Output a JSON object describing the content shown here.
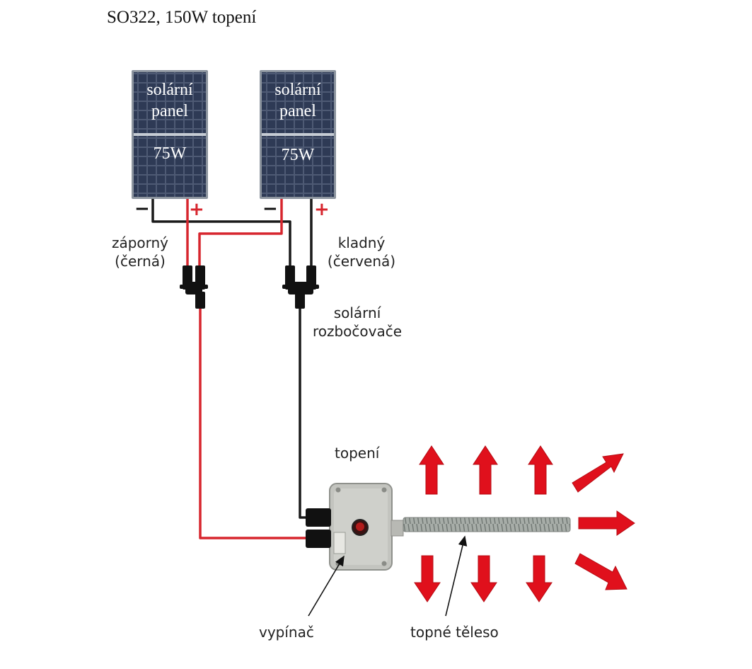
{
  "title": "SO322, 150W topení",
  "panels": [
    {
      "line1": "solární",
      "line2": "panel",
      "power": "75W"
    },
    {
      "line1": "solární",
      "line2": "panel",
      "power": "75W"
    }
  ],
  "polarity": {
    "negative": "−",
    "positive": "+"
  },
  "labels": {
    "negative_line1": "záporný",
    "negative_line2": "(černá)",
    "positive_line1": "kladný",
    "positive_line2": "(červená)",
    "splitters_line1": "solární",
    "splitters_line2": "rozbočovače",
    "heater": "topení",
    "switch": "vypínač",
    "element": "topné těleso"
  },
  "colors": {
    "positive_wire": "#d7262e",
    "negative_wire": "#1a1a1a",
    "panel_fill": "#2b3650",
    "panel_frame": "#9aa2ad",
    "heat_arrow": "#e0101c",
    "heater_box": "#c9c9c4"
  }
}
